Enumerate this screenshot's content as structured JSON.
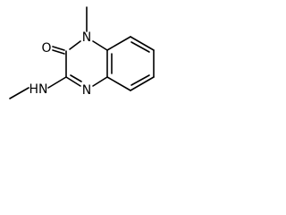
{
  "structure": {
    "atoms": {
      "ring_n_methyl": "N",
      "carbonyl_oxygen": "O",
      "ring_n_imine": "N",
      "amine_nh": "HN"
    }
  }
}
